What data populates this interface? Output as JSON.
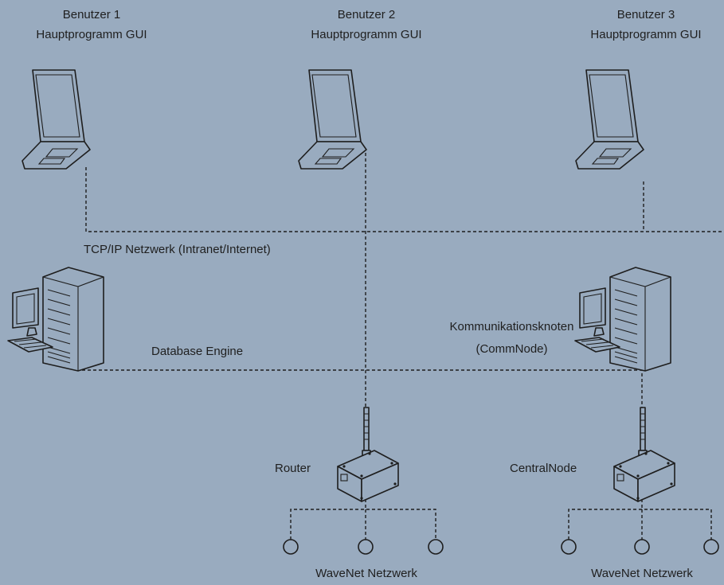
{
  "users": [
    {
      "name": "Benutzer 1",
      "app": "Hauptprogramm GUI"
    },
    {
      "name": "Benutzer 2",
      "app": "Hauptprogramm GUI"
    },
    {
      "name": "Benutzer 3",
      "app": "Hauptprogramm GUI"
    }
  ],
  "network_label": "TCP/IP Netzwerk (Intranet/Internet)",
  "database_label": "Database Engine",
  "commnode_label_line1": "Kommunikationsknoten",
  "commnode_label_line2": "(CommNode)",
  "router_label": "Router",
  "centralnode_label": "CentralNode",
  "wavenet_left": "WaveNet Netzwerk",
  "wavenet_right": "WaveNet Netzwerk",
  "colors": {
    "background": "#99abbf",
    "stroke": "#1e1e1e"
  }
}
